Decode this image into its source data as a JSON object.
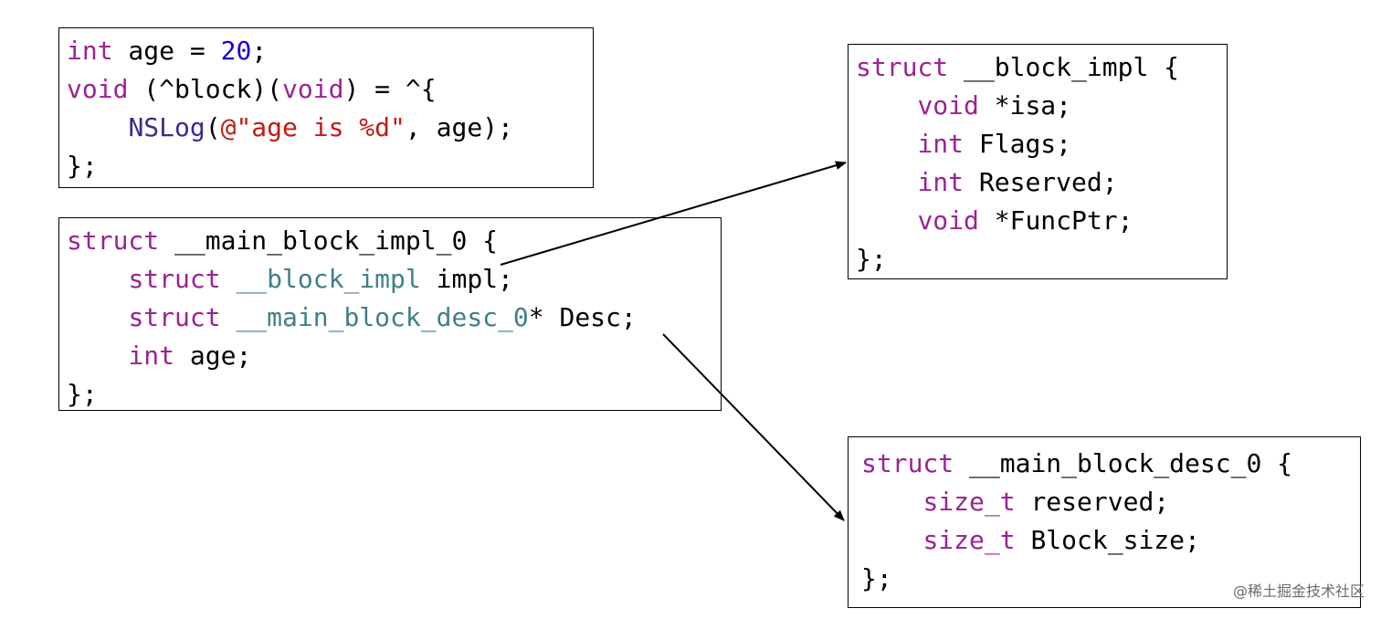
{
  "code_block_1": {
    "line1": {
      "kw": "int",
      "t1": " age = ",
      "num": "20",
      "t2": ";"
    },
    "line2": {
      "kw1": "void",
      "t1": " (^block)(",
      "kw2": "void",
      "t2": ") = ^{"
    },
    "line3": {
      "indent": "    ",
      "fn": "NSLog",
      "t1": "(",
      "str": "@\"age is %d\"",
      "t2": ", age);"
    },
    "line4": "};"
  },
  "main_block_impl": {
    "line1": {
      "kw": "struct",
      "t1": " __main_block_impl_0 {"
    },
    "line2": {
      "indent": "    ",
      "kw": "struct",
      "sp": " ",
      "ty": "__block_impl",
      "t1": " impl;"
    },
    "line3": {
      "indent": "    ",
      "kw": "struct",
      "sp": " ",
      "ty": "__main_block_desc_0",
      "t1": "* Desc;"
    },
    "line4": {
      "indent": "    ",
      "kw": "int",
      "t1": " age;"
    },
    "line5": "};"
  },
  "block_impl": {
    "line1": {
      "kw": "struct",
      "t1": " __block_impl {"
    },
    "line2": {
      "indent": "    ",
      "kw": "void",
      "t1": " *isa;"
    },
    "line3": {
      "indent": "    ",
      "kw": "int",
      "t1": " Flags;"
    },
    "line4": {
      "indent": "    ",
      "kw": "int",
      "t1": " Reserved;"
    },
    "line5": {
      "indent": "    ",
      "kw": "void",
      "t1": " *FuncPtr;"
    },
    "line6": "};"
  },
  "main_block_desc": {
    "line1": {
      "kw": "struct",
      "t1": " __main_block_desc_0 {"
    },
    "line2": {
      "indent": "    ",
      "kw": "size_t",
      "t1": " reserved;"
    },
    "line3": {
      "indent": "    ",
      "kw": "size_t",
      "t1": " Block_size;"
    },
    "line4": "};"
  },
  "watermark": "@稀土掘金技术社区",
  "colors": {
    "keyword": "#9b2393",
    "number": "#1c00cf",
    "string": "#c41a16",
    "function": "#3a2b91",
    "type": "#3e8087"
  }
}
